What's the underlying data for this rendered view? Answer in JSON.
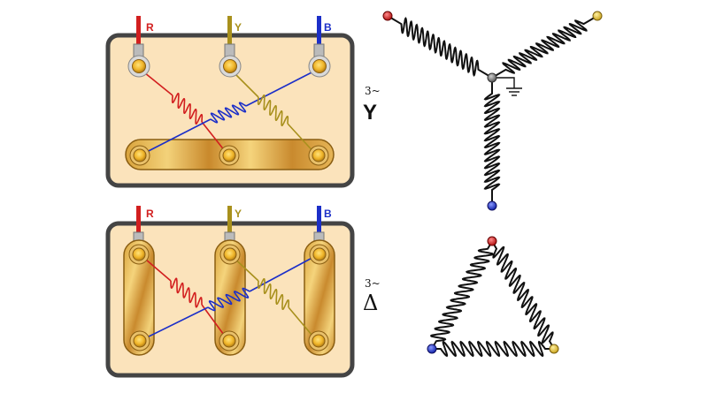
{
  "colors": {
    "phase_r": "#d21f1f",
    "phase_y": "#a8901c",
    "phase_b": "#1c2fc8",
    "box_fill": "#fbe3bb",
    "box_stroke": "#444444",
    "coil": "#111111"
  },
  "star_box": {
    "terminals": [
      {
        "label": "R",
        "phase": "phase_r"
      },
      {
        "label": "Y",
        "phase": "phase_y"
      },
      {
        "label": "B",
        "phase": "phase_b"
      }
    ]
  },
  "delta_box": {
    "terminals": [
      {
        "label": "R",
        "phase": "phase_r"
      },
      {
        "label": "Y",
        "phase": "phase_y"
      },
      {
        "label": "B",
        "phase": "phase_b"
      }
    ]
  },
  "star_symbol": {
    "phase_count": "3~",
    "letter": "Y"
  },
  "delta_symbol": {
    "phase_count": "3~",
    "letter": "Δ"
  },
  "icons": [
    "ground-icon"
  ]
}
